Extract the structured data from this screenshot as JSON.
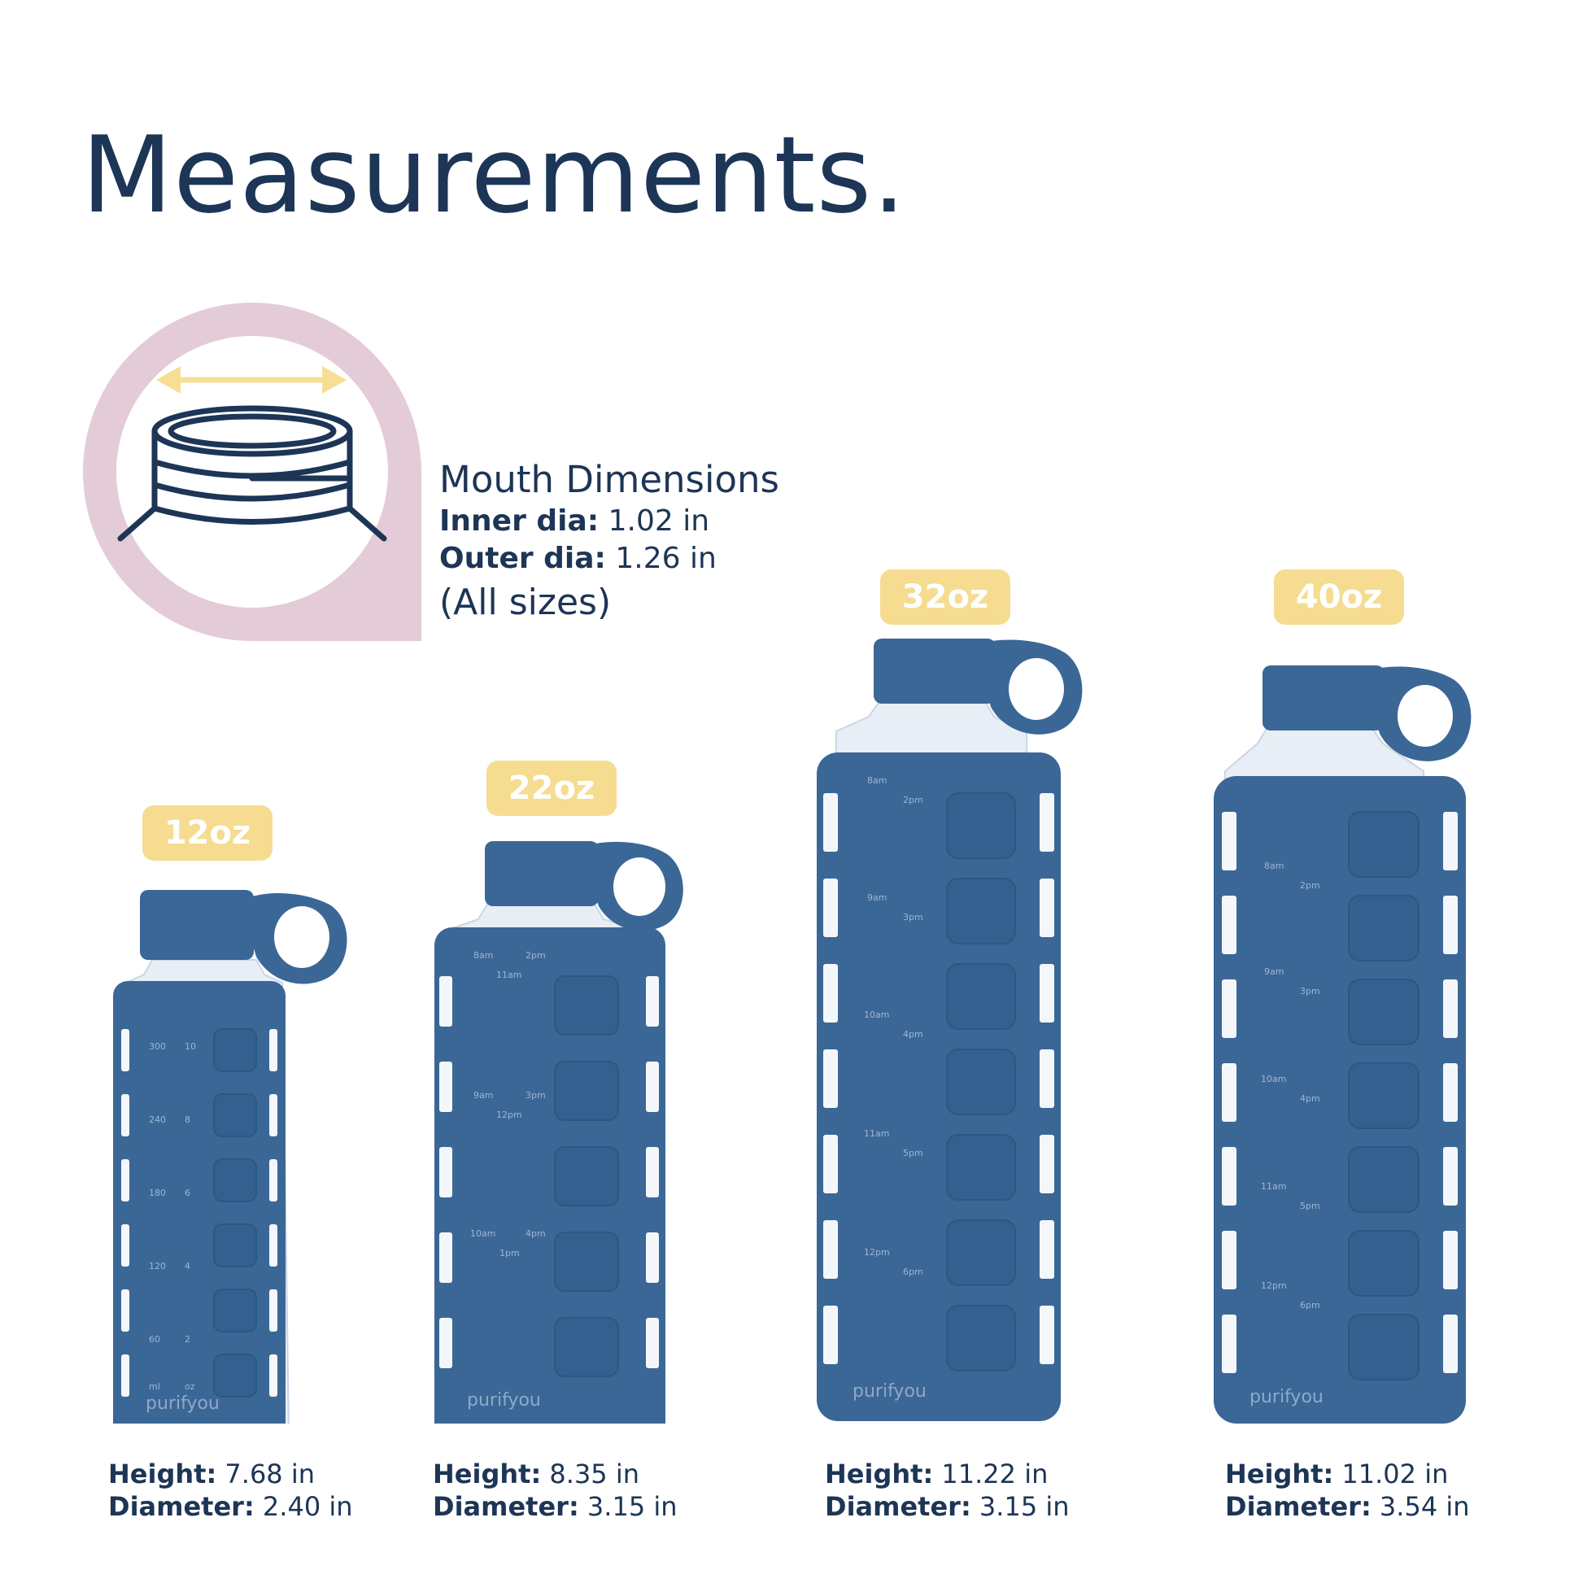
{
  "title": "Measurements.",
  "mouth": {
    "heading": "Mouth Dimensions",
    "inner_label": "Inner dia:",
    "inner_value": "1.02 in",
    "outer_label": "Outer dia:",
    "outer_value": "1.26 in",
    "note": "(All sizes)",
    "icon": "bottle-mouth-icon",
    "arrow_icon": "double-arrow-icon"
  },
  "bottles": [
    {
      "size": "12oz",
      "height_label": "Height:",
      "height_value": "7.68 in",
      "diameter_label": "Diameter:",
      "diameter_value": "2.40 in",
      "graduations": [
        "300",
        "10",
        "240",
        "8",
        "180",
        "6",
        "120",
        "4",
        "60",
        "2",
        "ml",
        "oz"
      ]
    },
    {
      "size": "22oz",
      "height_label": "Height:",
      "height_value": "8.35 in",
      "diameter_label": "Diameter:",
      "diameter_value": "3.15 in",
      "graduations": [
        "8am",
        "2pm",
        "11am",
        "9am",
        "3pm",
        "12pm",
        "10am",
        "4pm",
        "1pm"
      ]
    },
    {
      "size": "32oz",
      "height_label": "Height:",
      "height_value": "11.22 in",
      "diameter_label": "Diameter:",
      "diameter_value": "3.15 in",
      "graduations": [
        "8am",
        "2pm",
        "9am",
        "3pm",
        "10am",
        "4pm",
        "11am",
        "5pm",
        "12pm",
        "6pm"
      ]
    },
    {
      "size": "40oz",
      "height_label": "Height:",
      "height_value": "11.02 in",
      "diameter_label": "Diameter:",
      "diameter_value": "3.54 in",
      "graduations": [
        "8am",
        "2pm",
        "9am",
        "3pm",
        "10am",
        "4pm",
        "11am",
        "5pm",
        "12pm",
        "6pm"
      ]
    }
  ],
  "brand": "purifyou",
  "colors": {
    "navy": "#1d3556",
    "sleeve": "#3b6797",
    "badge": "#f5dc91",
    "ring": "#e4cbd8",
    "arrow": "#f6df95"
  }
}
